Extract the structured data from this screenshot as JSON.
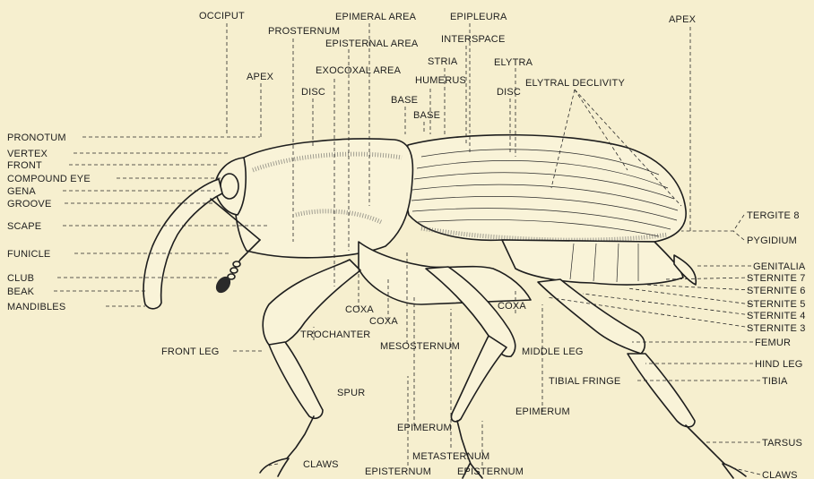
{
  "labels": {
    "occiput": "OCCIPUT",
    "prosternum": "PROSTERNUM",
    "epimeral_area": "EPIMERAL AREA",
    "epipleura": "EPIPLEURA",
    "apex_top": "APEX",
    "episternal_area": "EPISTERNAL AREA",
    "interspace": "INTERSPACE",
    "apex_left": "APEX",
    "exocoxal_area": "EXOCOXAL AREA",
    "stria": "STRIA",
    "elytra": "ELYTRA",
    "humerus": "HUMERUS",
    "elytral_declivity": "ELYTRAL DECLIVITY",
    "disc_left": "DISC",
    "disc_right": "DISC",
    "base_1": "BASE",
    "base_2": "BASE",
    "pronotum": "PRONOTUM",
    "vertex": "VERTEX",
    "front": "FRONT",
    "compound_eye": "COMPOUND EYE",
    "gena": "GENA",
    "groove": "GROOVE",
    "scape": "SCAPE",
    "funicle": "FUNICLE",
    "club": "CLUB",
    "beak": "BEAK",
    "mandibles": "MANDIBLES",
    "tergite_8": "TERGITE 8",
    "pygidium": "PYGIDIUM",
    "genitalia": "GENITALIA",
    "sternite_7": "STERNITE 7",
    "sternite_6": "STERNITE 6",
    "sternite_5": "STERNITE 5",
    "sternite_4": "STERNITE 4",
    "sternite_3": "STERNITE 3",
    "femur": "FEMUR",
    "hind_leg": "HIND LEG",
    "tibia": "TIBIA",
    "tarsus": "TARSUS",
    "claws_right": "CLAWS",
    "coxa_1": "COXA",
    "coxa_2": "COXA",
    "coxa_3": "COXA",
    "trochanter": "TROCHANTER",
    "mesosternum": "MESOSTERNUM",
    "front_leg": "FRONT LEG",
    "middle_leg": "MIDDLE LEG",
    "tibial_fringe": "TIBIAL FRINGE",
    "epimerum_1": "EPIMERUM",
    "epimerum_2": "EPIMERUM",
    "spur": "SPUR",
    "metasternum": "METASTERNUM",
    "claws_left": "CLAWS",
    "episternum_1": "EPISTERNUM",
    "episternum_2": "EPISTERNUM"
  },
  "colors": {
    "paper": "#f6efcf",
    "ink": "#1e1e1e"
  }
}
